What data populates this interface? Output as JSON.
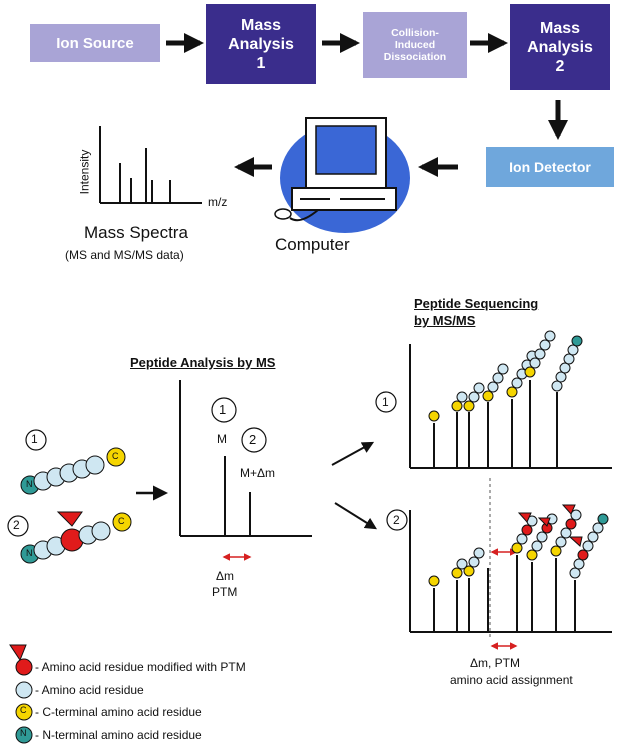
{
  "colors": {
    "box_light": "#a9a4d6",
    "box_dark": "#3a2d8c",
    "box_detector": "#6fa7dc",
    "residue": "#cfe7f2",
    "c_terminal": "#f5d500",
    "n_terminal": "#2f9a96",
    "ptm": "#e01b1b",
    "arrow_red": "#d62020"
  },
  "workflow": {
    "ion_source": "Ion Source",
    "mass_analysis_1": "Mass\nAnalysis\n1",
    "cid": "Collision-\nInduced\nDissociation",
    "mass_analysis_2": "Mass\nAnalysis\n2",
    "ion_detector": "Ion Detector",
    "computer": "Computer",
    "mass_spectra": "Mass Spectra",
    "mass_spectra_sub": "(MS and MS/MS data)",
    "intensity_label": "Intensity",
    "mz_label": "m/z"
  },
  "ms_analysis": {
    "heading": "Peptide Analysis by MS",
    "peptide_1": "1",
    "peptide_2": "2",
    "peak_m": "M",
    "peak_mdm": "M+Δm",
    "delta_m": "Δm",
    "ptm": "PTM",
    "n_label": "N",
    "c_label": "C"
  },
  "sequencing": {
    "heading_line1": "Peptide Sequencing",
    "heading_line2": "by MS/MS",
    "panel_1": "1",
    "panel_2": "2",
    "delta_m_ptm": "Δm, PTM",
    "assignment": "amino acid assignment"
  },
  "legend": {
    "ptm": "- Amino acid residue modified with PTM",
    "residue": "- Amino acid residue",
    "c_terminal": "- C-terminal amino acid residue",
    "n_terminal": "- N-terminal amino acid residue",
    "c_label": "C",
    "n_label": "N"
  }
}
